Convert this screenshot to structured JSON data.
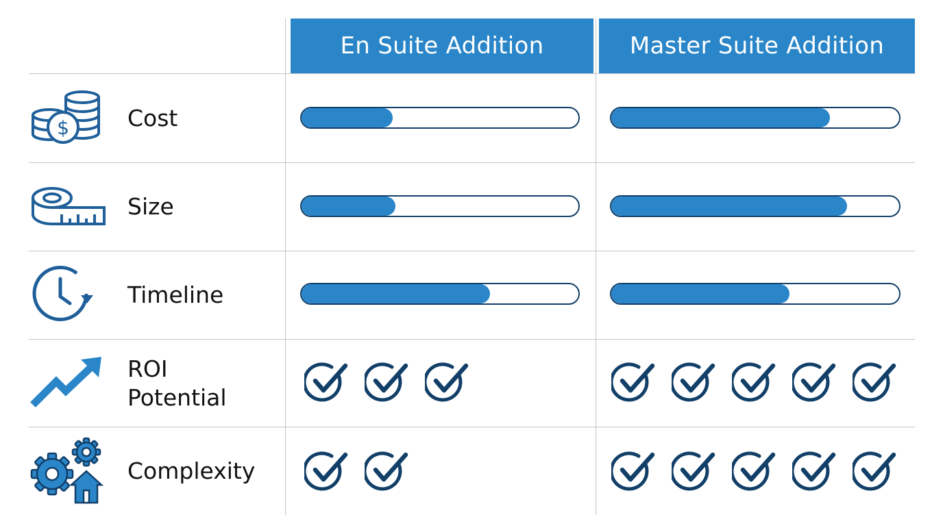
{
  "columns": [
    {
      "label": "En Suite Addition"
    },
    {
      "label": "Master Suite Addition"
    }
  ],
  "rows": [
    {
      "label": "Cost",
      "icon": "coins-dollar-icon",
      "type": "bar",
      "values": [
        0.33,
        0.76
      ]
    },
    {
      "label": "Size",
      "icon": "tape-measure-icon",
      "type": "bar",
      "values": [
        0.34,
        0.82
      ]
    },
    {
      "label": "Timeline",
      "icon": "clock-arrow-icon",
      "type": "bar",
      "values": [
        0.68,
        0.62
      ]
    },
    {
      "label": "ROI\nPotential",
      "icon": "trend-up-arrow-icon",
      "type": "checks",
      "values": [
        3,
        5
      ]
    },
    {
      "label": "Complexity",
      "icon": "gears-house-icon",
      "type": "checks",
      "values": [
        2,
        5
      ]
    }
  ],
  "colors": {
    "accent": "#2a86c8",
    "outline": "#123f68",
    "grid": "#c4c4c4",
    "icon": "#1f5f9a"
  }
}
